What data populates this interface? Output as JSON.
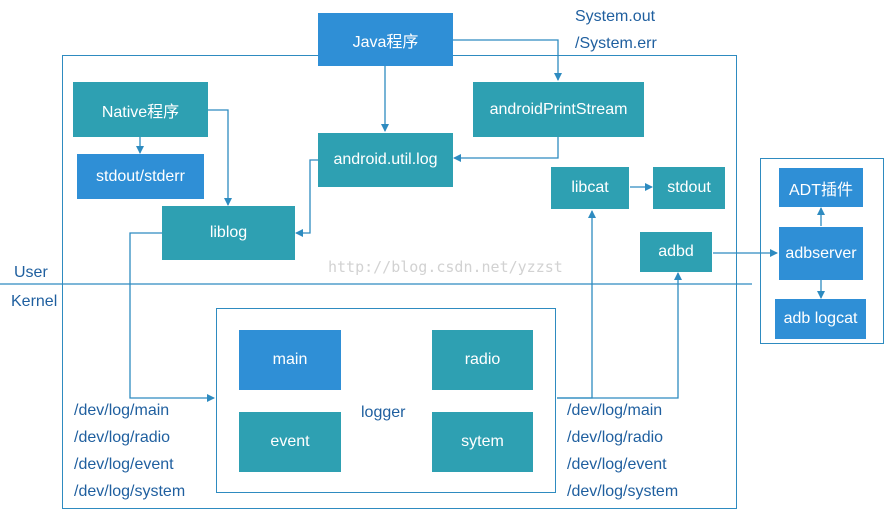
{
  "nodes": {
    "java": "Java程序",
    "native": "Native程序",
    "stdout_stderr": "stdout/stderr",
    "liblog": "liblog",
    "android_util_log": "android.util.log",
    "android_print_stream": "androidPrintStream",
    "libcat": "libcat",
    "stdout": "stdout",
    "adbd": "adbd",
    "adt_plugin": "ADT插件",
    "adbserver": "adbserver",
    "adb_logcat": "adb logcat",
    "main": "main",
    "radio": "radio",
    "event": "event",
    "sytem": "sytem",
    "logger": "logger"
  },
  "labels": {
    "system_out": "System.out",
    "system_err": "/System.err",
    "user": "User",
    "kernel": "Kernel"
  },
  "dev_paths_left": [
    "/dev/log/main",
    "/dev/log/radio",
    "/dev/log/event",
    "/dev/log/system"
  ],
  "dev_paths_right": [
    "/dev/log/main",
    "/dev/log/radio",
    "/dev/log/event",
    "/dev/log/system"
  ],
  "watermark": "http://blog.csdn.net/yzzst",
  "colors": {
    "teal": "#2ea0b2",
    "blue": "#2f8fd6",
    "line": "#2e8bc0",
    "text": "#1f5f9f"
  }
}
